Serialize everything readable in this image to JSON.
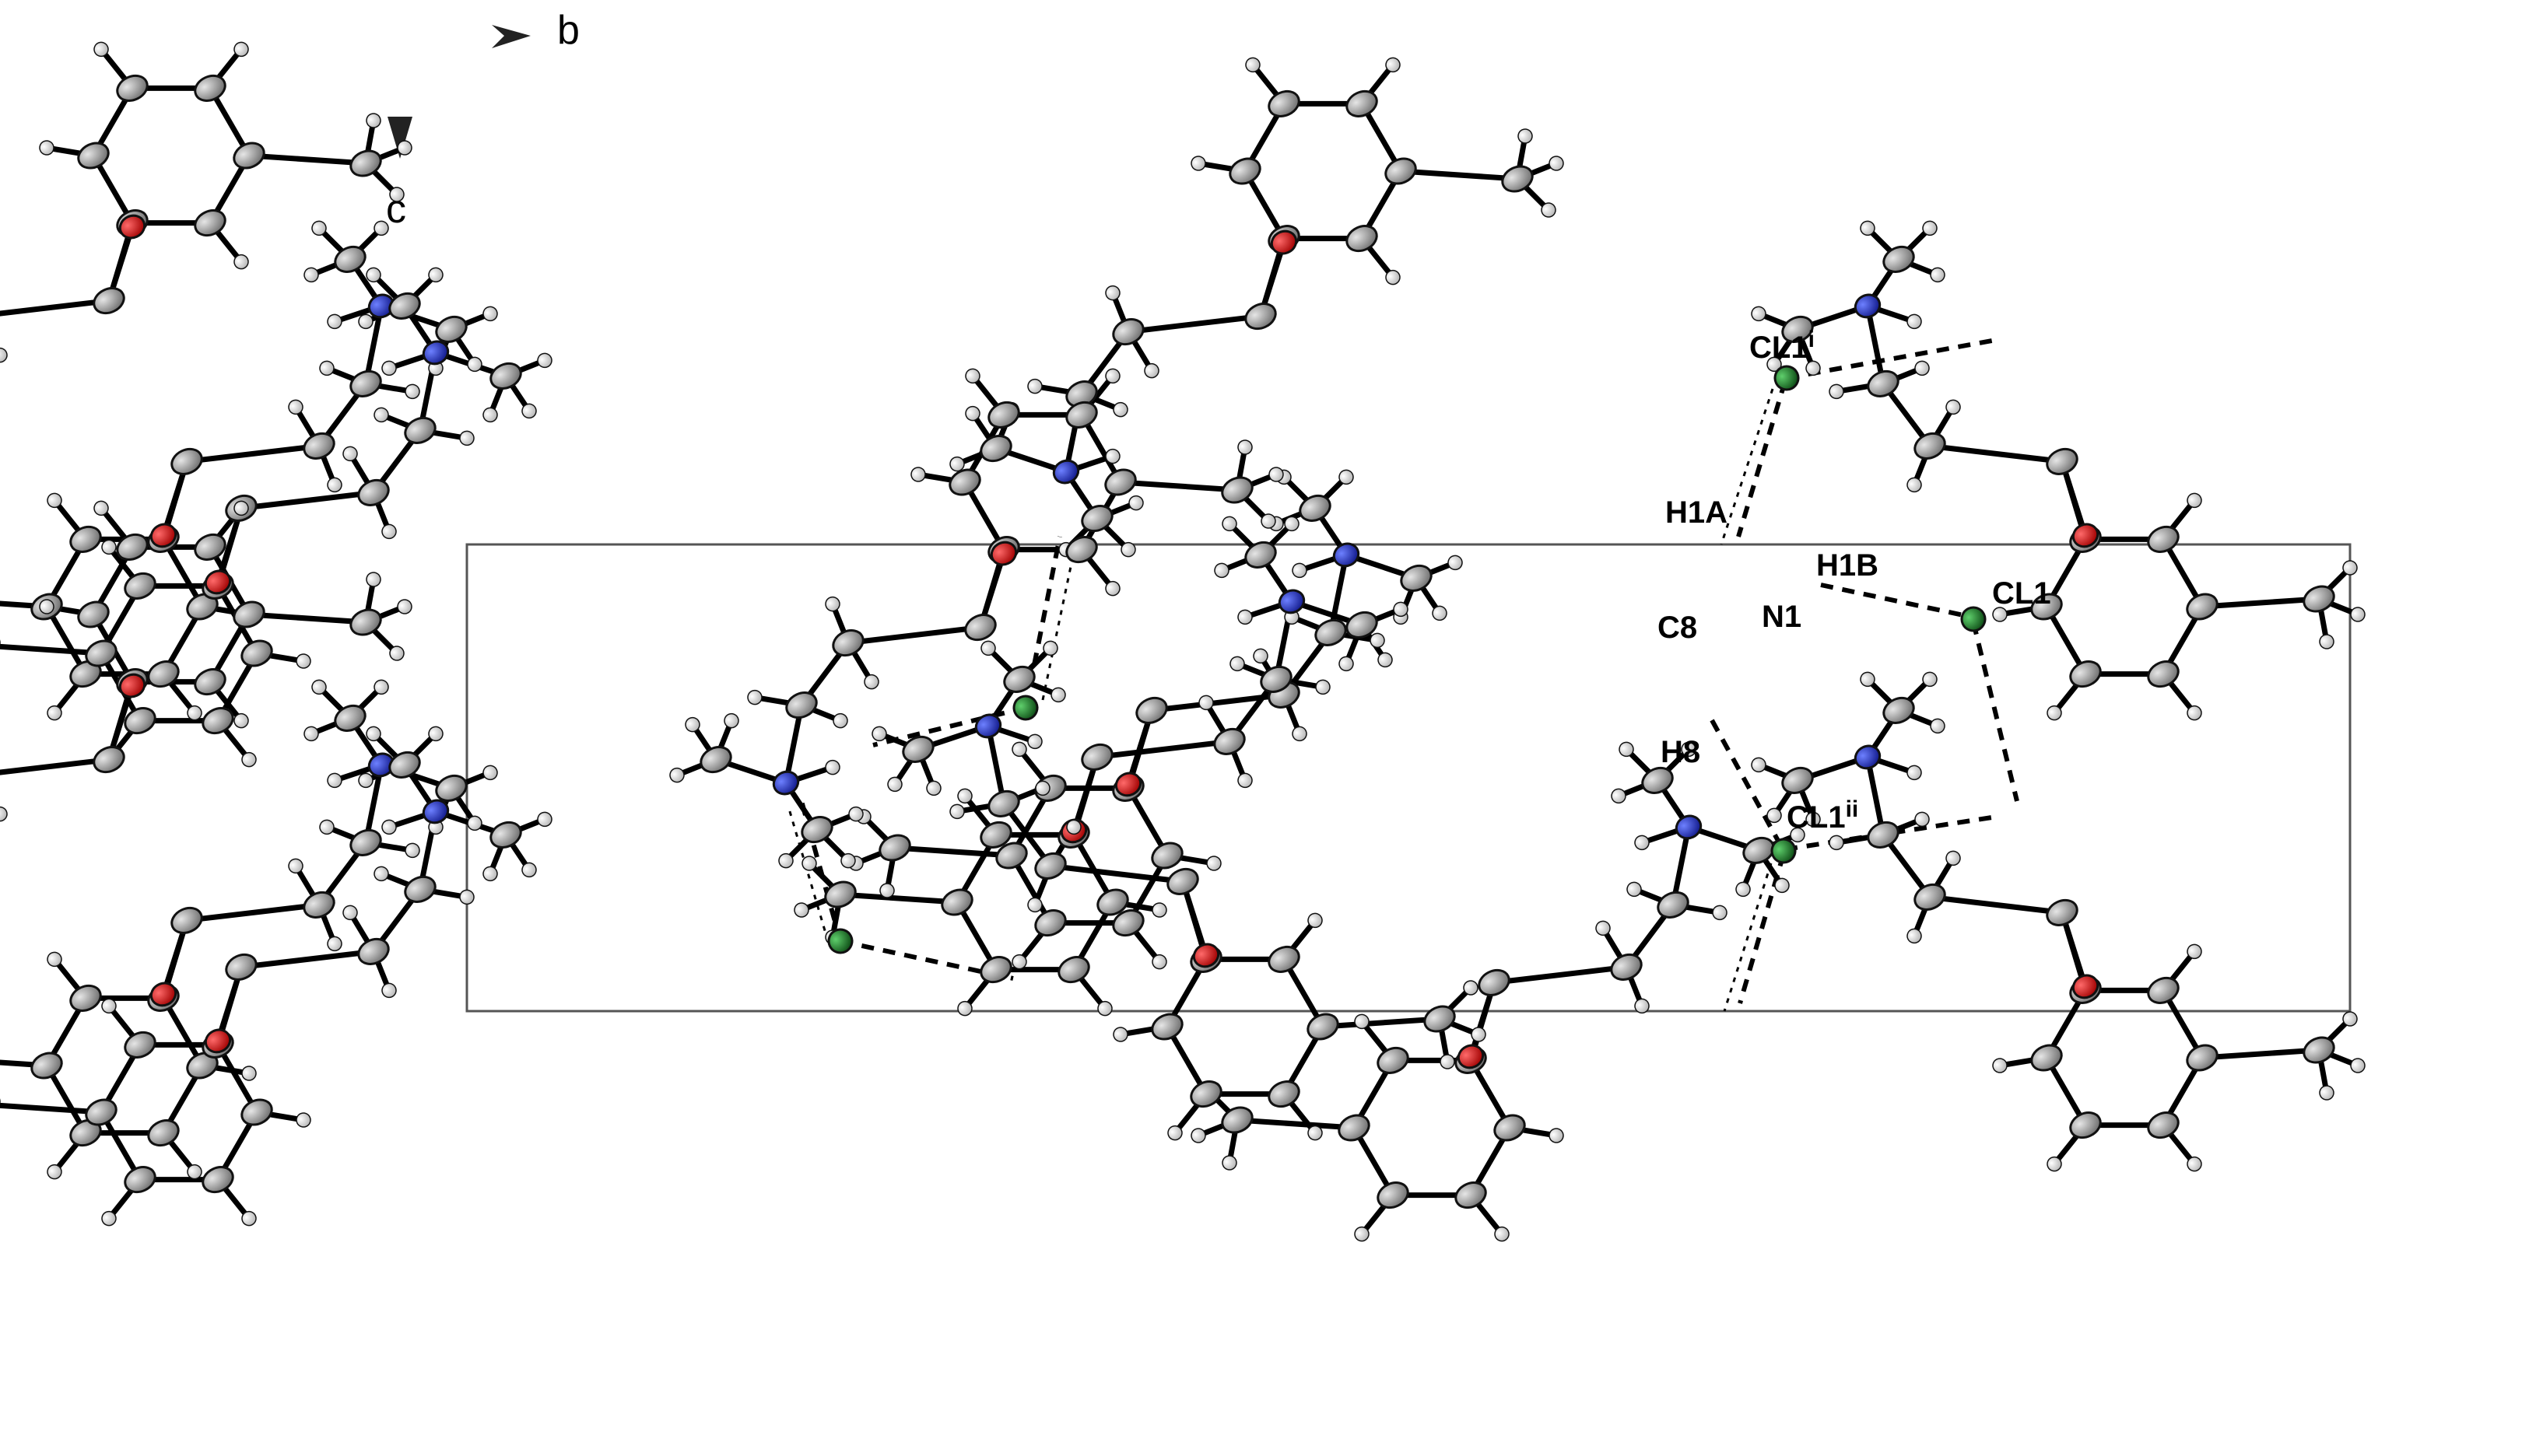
{
  "axes": {
    "b": "b",
    "c": "c"
  },
  "atom_labels": {
    "cl1_i": "CL1",
    "cl1_i_sup": "i",
    "h1a": "H1A",
    "h1b": "H1B",
    "cl1": "CL1",
    "c8": "C8",
    "n1": "N1",
    "h8": "H8",
    "cl1_ii": "CL1",
    "cl1_ii_sup": "ii"
  },
  "colors": {
    "carbon": "#8a8a8a",
    "hydrogen": "#c8c8c8",
    "nitrogen": "#1f2fd0",
    "oxygen": "#e01010",
    "chlorine": "#1f7a2a",
    "bond": "#000000"
  }
}
